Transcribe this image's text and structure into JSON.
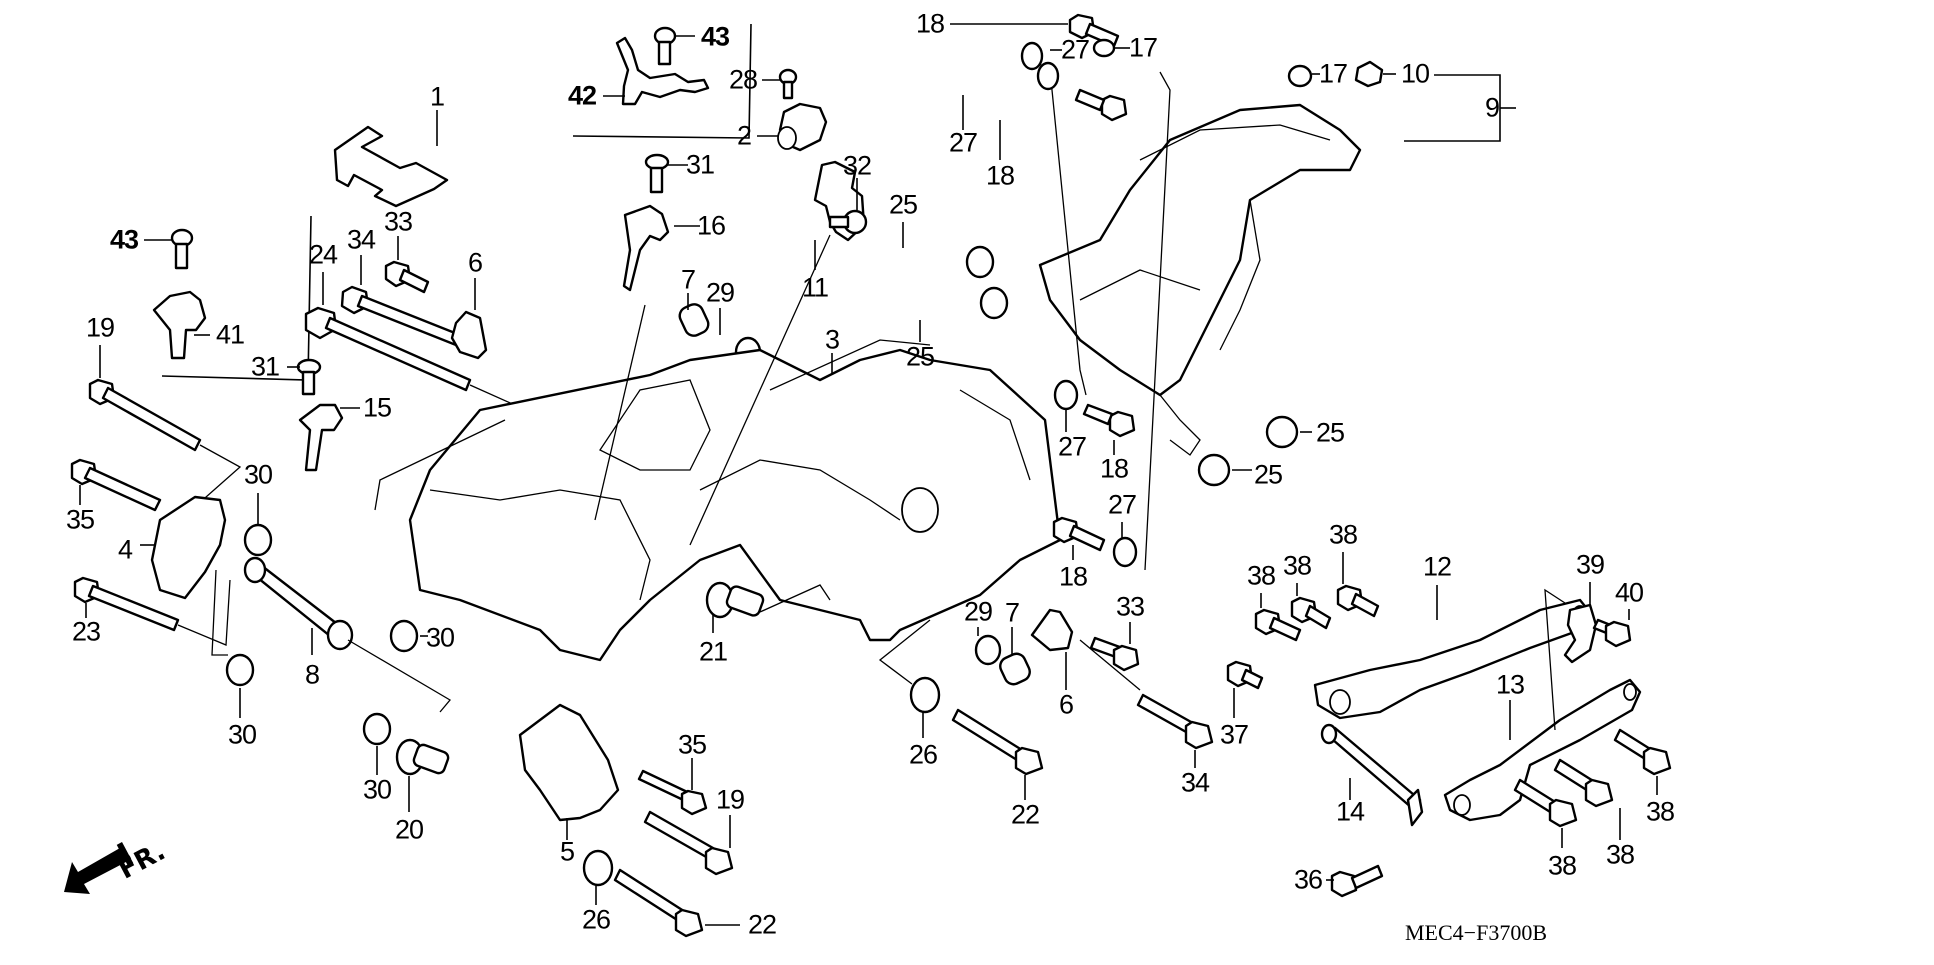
{
  "diagram": {
    "type": "exploded-parts-diagram",
    "drawing_code": "MEC4−F3700B",
    "direction_indicator": {
      "label": "FR.",
      "icon": "front-arrow-icon"
    },
    "callouts": [
      {
        "id": "c1",
        "label": "1"
      },
      {
        "id": "c2",
        "label": "2"
      },
      {
        "id": "c3",
        "label": "3"
      },
      {
        "id": "c4",
        "label": "4"
      },
      {
        "id": "c5",
        "label": "5"
      },
      {
        "id": "c6a",
        "label": "6"
      },
      {
        "id": "c6b",
        "label": "6"
      },
      {
        "id": "c7a",
        "label": "7"
      },
      {
        "id": "c7b",
        "label": "7"
      },
      {
        "id": "c8",
        "label": "8"
      },
      {
        "id": "c9",
        "label": "9"
      },
      {
        "id": "c10",
        "label": "10"
      },
      {
        "id": "c11",
        "label": "11"
      },
      {
        "id": "c12",
        "label": "12"
      },
      {
        "id": "c13",
        "label": "13"
      },
      {
        "id": "c14",
        "label": "14"
      },
      {
        "id": "c15",
        "label": "15"
      },
      {
        "id": "c16",
        "label": "16"
      },
      {
        "id": "c17a",
        "label": "17"
      },
      {
        "id": "c17b",
        "label": "17"
      },
      {
        "id": "c18a",
        "label": "18"
      },
      {
        "id": "c18b",
        "label": "18"
      },
      {
        "id": "c18c",
        "label": "18"
      },
      {
        "id": "c18d",
        "label": "18"
      },
      {
        "id": "c19a",
        "label": "19"
      },
      {
        "id": "c19b",
        "label": "19"
      },
      {
        "id": "c20",
        "label": "20"
      },
      {
        "id": "c21",
        "label": "21"
      },
      {
        "id": "c22a",
        "label": "22"
      },
      {
        "id": "c22b",
        "label": "22"
      },
      {
        "id": "c23",
        "label": "23"
      },
      {
        "id": "c24",
        "label": "24"
      },
      {
        "id": "c25a",
        "label": "25"
      },
      {
        "id": "c25b",
        "label": "25"
      },
      {
        "id": "c25c",
        "label": "25"
      },
      {
        "id": "c25d",
        "label": "25"
      },
      {
        "id": "c26a",
        "label": "26"
      },
      {
        "id": "c26b",
        "label": "26"
      },
      {
        "id": "c27a",
        "label": "27"
      },
      {
        "id": "c27b",
        "label": "27"
      },
      {
        "id": "c27c",
        "label": "27"
      },
      {
        "id": "c27d",
        "label": "27"
      },
      {
        "id": "c28",
        "label": "28"
      },
      {
        "id": "c29a",
        "label": "29"
      },
      {
        "id": "c29b",
        "label": "29"
      },
      {
        "id": "c30a",
        "label": "30"
      },
      {
        "id": "c30b",
        "label": "30"
      },
      {
        "id": "c30c",
        "label": "30"
      },
      {
        "id": "c30d",
        "label": "30"
      },
      {
        "id": "c31a",
        "label": "31"
      },
      {
        "id": "c31b",
        "label": "31"
      },
      {
        "id": "c32",
        "label": "32"
      },
      {
        "id": "c33a",
        "label": "33"
      },
      {
        "id": "c33b",
        "label": "33"
      },
      {
        "id": "c34a",
        "label": "34"
      },
      {
        "id": "c34b",
        "label": "34"
      },
      {
        "id": "c35a",
        "label": "35"
      },
      {
        "id": "c35b",
        "label": "35"
      },
      {
        "id": "c36",
        "label": "36"
      },
      {
        "id": "c37",
        "label": "37"
      },
      {
        "id": "c38a",
        "label": "38"
      },
      {
        "id": "c38b",
        "label": "38"
      },
      {
        "id": "c38c",
        "label": "38"
      },
      {
        "id": "c38d",
        "label": "38"
      },
      {
        "id": "c38e",
        "label": "38"
      },
      {
        "id": "c38f",
        "label": "38"
      },
      {
        "id": "c39",
        "label": "39"
      },
      {
        "id": "c40",
        "label": "40"
      },
      {
        "id": "c41",
        "label": "41"
      },
      {
        "id": "c42",
        "label": "42"
      },
      {
        "id": "c43a",
        "label": "43"
      },
      {
        "id": "c43b",
        "label": "43"
      }
    ]
  }
}
